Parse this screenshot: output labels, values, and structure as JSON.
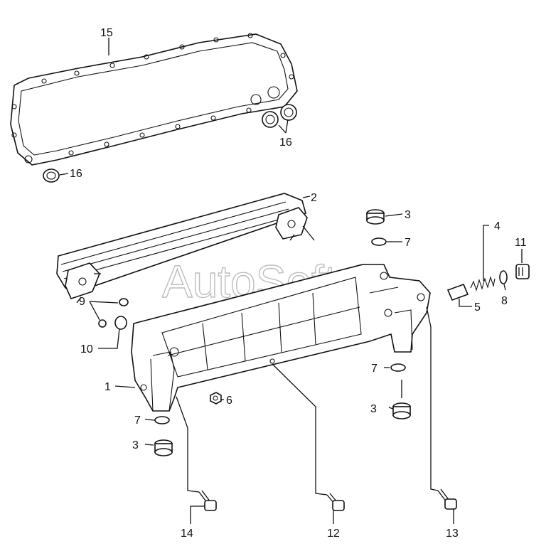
{
  "watermark": "AutoSoft",
  "callouts": [
    {
      "id": "c15",
      "text": "15"
    },
    {
      "id": "c16a",
      "text": "16"
    },
    {
      "id": "c16b",
      "text": "16"
    },
    {
      "id": "c2",
      "text": "2"
    },
    {
      "id": "c3a",
      "text": "3"
    },
    {
      "id": "c7a",
      "text": "7"
    },
    {
      "id": "c4",
      "text": "4"
    },
    {
      "id": "c11",
      "text": "11"
    },
    {
      "id": "c8",
      "text": "8"
    },
    {
      "id": "c5",
      "text": "5"
    },
    {
      "id": "c9",
      "text": "9"
    },
    {
      "id": "c10",
      "text": "10"
    },
    {
      "id": "c1",
      "text": "1"
    },
    {
      "id": "c6",
      "text": "6"
    },
    {
      "id": "c7b",
      "text": "7"
    },
    {
      "id": "c7c",
      "text": "7"
    },
    {
      "id": "c3b",
      "text": "3"
    },
    {
      "id": "c3c",
      "text": "3"
    },
    {
      "id": "c14",
      "text": "14"
    },
    {
      "id": "c12",
      "text": "12"
    },
    {
      "id": "c13",
      "text": "13"
    }
  ]
}
